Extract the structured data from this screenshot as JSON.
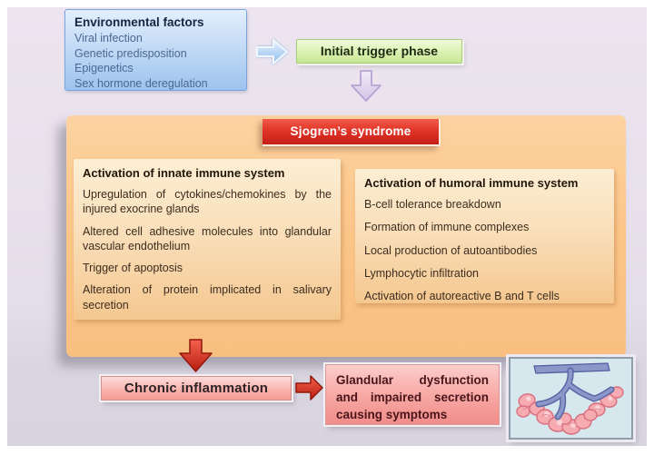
{
  "environmental_factors": {
    "title": "Environmental factors",
    "items": [
      "Viral infection",
      "Genetic predisposition",
      "Epigenetics",
      "Sex hormone deregulation"
    ]
  },
  "initial_trigger": {
    "label": "Initial trigger phase"
  },
  "sjogrens_syndrome": {
    "label": "Sjogren’s syndrome"
  },
  "innate_immune": {
    "title": "Activation of innate immune system",
    "items": [
      "Upregulation of cytokines/chemokines by the injured exocrine glands",
      "Altered cell adhesive molecules into glandular vascular endothelium",
      "Trigger of apoptosis",
      "Alteration of protein implicated in salivary secretion"
    ]
  },
  "humoral_immune": {
    "title": "Activation of humoral immune system",
    "items": [
      "B-cell tolerance breakdown",
      "Formation of immune complexes",
      "Local production of autoantibodies",
      "Lymphocytic infiltration",
      "Activation of autoreactive B and T cells"
    ]
  },
  "chronic_inflammation": {
    "label": "Chronic inflammation"
  },
  "outcome": {
    "label": "Glandular dysfunction and impaired secretion causing symptoms"
  },
  "icons": {
    "env_to_trigger": "right-arrow-icon",
    "trigger_to_syndrome": "down-arrow-icon",
    "panel_to_chronic": "down-arrow-red-icon",
    "chronic_to_outcome": "right-arrow-red-icon",
    "illustration": "salivary-gland-illustration"
  },
  "colors": {
    "page_background": "#e7e1ec",
    "env_box_blue": "#a5c7f1",
    "trigger_green": "#cfe79c",
    "panel_orange": "#fbc588",
    "inner_panel_peach": "#f9dcb4",
    "banner_red": "#d02417",
    "pink_boxes": "#f7a29b",
    "arrow_red": "#d92a19",
    "gland_panel_blue": "#d6e7ed"
  }
}
